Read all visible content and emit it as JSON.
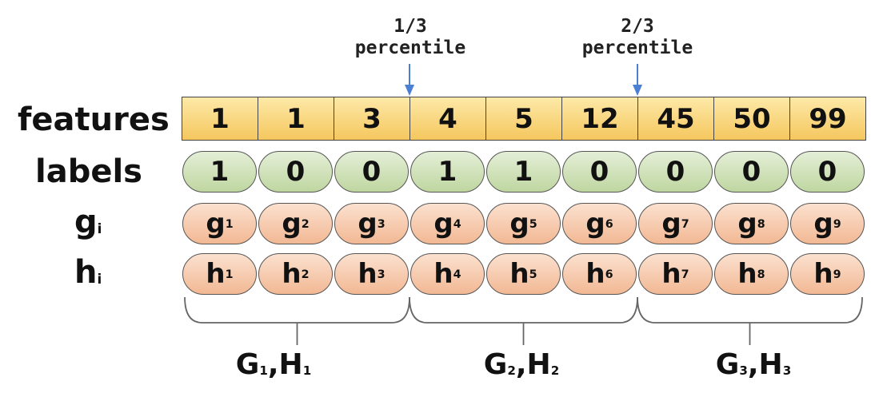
{
  "row_labels": {
    "features": "features",
    "labels": "labels",
    "g": {
      "main": "g",
      "sub": "i"
    },
    "h": {
      "main": "h",
      "sub": "i"
    }
  },
  "percentile_markers": [
    {
      "fraction": "1/3",
      "text": "percentile"
    },
    {
      "fraction": "2/3",
      "text": "percentile"
    }
  ],
  "arrow_color": "#4a7fd4",
  "features": [
    "1",
    "1",
    "3",
    "4",
    "5",
    "12",
    "45",
    "50",
    "99"
  ],
  "labels": [
    "1",
    "0",
    "0",
    "1",
    "1",
    "0",
    "0",
    "0",
    "0"
  ],
  "g_values": [
    {
      "main": "g",
      "sub": "1"
    },
    {
      "main": "g",
      "sub": "2"
    },
    {
      "main": "g",
      "sub": "3"
    },
    {
      "main": "g",
      "sub": "4"
    },
    {
      "main": "g",
      "sub": "5"
    },
    {
      "main": "g",
      "sub": "6"
    },
    {
      "main": "g",
      "sub": "7"
    },
    {
      "main": "g",
      "sub": "8"
    },
    {
      "main": "g",
      "sub": "9"
    }
  ],
  "h_values": [
    {
      "main": "h",
      "sub": "1"
    },
    {
      "main": "h",
      "sub": "2"
    },
    {
      "main": "h",
      "sub": "3"
    },
    {
      "main": "h",
      "sub": "4"
    },
    {
      "main": "h",
      "sub": "5"
    },
    {
      "main": "h",
      "sub": "6"
    },
    {
      "main": "h",
      "sub": "7"
    },
    {
      "main": "h",
      "sub": "8"
    },
    {
      "main": "h",
      "sub": "9"
    }
  ],
  "groups": [
    {
      "g_main": "G",
      "g_sub": "1",
      "sep": ",",
      "h_main": "H",
      "h_sub": "1"
    },
    {
      "g_main": "G",
      "g_sub": "2",
      "sep": ",",
      "h_main": "H",
      "h_sub": "2"
    },
    {
      "g_main": "G",
      "g_sub": "3",
      "sep": ",",
      "h_main": "H",
      "h_sub": "3"
    }
  ]
}
